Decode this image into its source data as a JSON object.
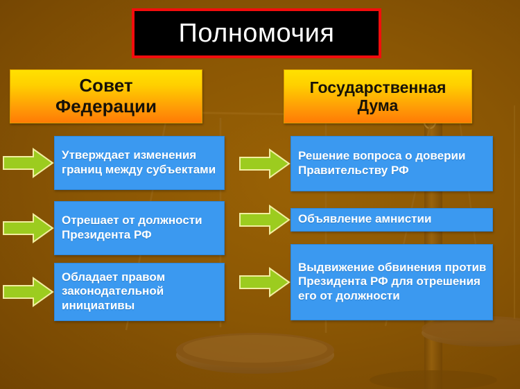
{
  "title": {
    "text": "Полномочия"
  },
  "colors": {
    "background_brown": "#8a5604",
    "title_background": "#000000",
    "title_border_red": "#f20d0d",
    "title_text": "#ffffff",
    "header_gradient_top": "#ffe100",
    "header_gradient_bottom": "#ff7b05",
    "header_text": "#171208",
    "item_box_blue": "#3b99f0",
    "item_text": "#ffffff",
    "arrow_green": "#9ccc1f",
    "arrow_outline": "#f2eea0"
  },
  "columns": [
    {
      "id": "sovet-federacii",
      "header": "Совет\nФедерации",
      "header_line1": "Совет",
      "header_line2": "Федерации",
      "items": [
        {
          "text": "Утверждает изменения границ между субъектами",
          "arrow_icon": "right-arrow-icon"
        },
        {
          "text": "Отрешает от должности Президента РФ",
          "arrow_icon": "right-arrow-icon"
        },
        {
          "text": "Обладает правом законодательной инициативы",
          "arrow_icon": "right-arrow-icon"
        }
      ]
    },
    {
      "id": "gosudarstvennaya-duma",
      "header": "Государственная\nДума",
      "header_line1": "Государственная",
      "header_line2": "Дума",
      "items": [
        {
          "text": "Решение вопроса о доверии Правительству РФ",
          "arrow_icon": "right-arrow-icon"
        },
        {
          "text": "Объявление амнистии",
          "arrow_icon": "right-arrow-icon"
        },
        {
          "text": "Выдвижение обвинения против Президента РФ для отрешения его от должности",
          "arrow_icon": "right-arrow-icon"
        }
      ]
    }
  ],
  "background": {
    "watermark_icon": "scales-of-justice-icon"
  }
}
